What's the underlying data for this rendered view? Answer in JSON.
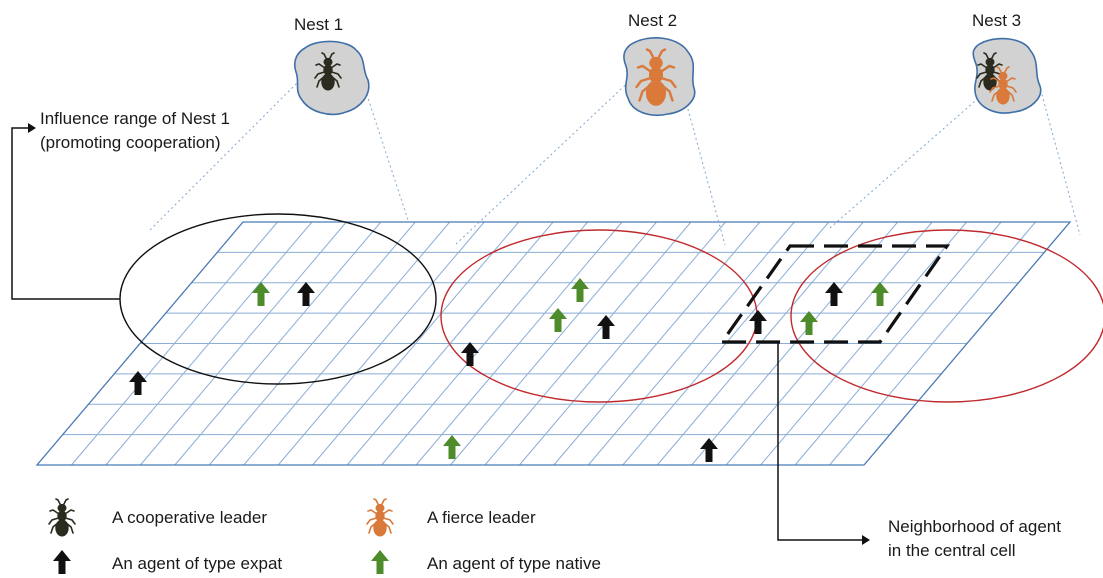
{
  "nests": [
    {
      "label": "Nest 1",
      "leaders": [
        "cooperative"
      ]
    },
    {
      "label": "Nest 2",
      "leaders": [
        "fierce"
      ]
    },
    {
      "label": "Nest 3",
      "leaders": [
        "cooperative",
        "fierce"
      ]
    }
  ],
  "callouts": {
    "influence_line1": "Influence range of Nest 1",
    "influence_line2": "(promoting cooperation)",
    "neighborhood_line1": "Neighborhood of agent",
    "neighborhood_line2": "in the central cell"
  },
  "legend": {
    "cooperative_leader": "A cooperative leader",
    "fierce_leader": "A fierce leader",
    "expat_agent": "An agent of type expat",
    "native_agent": "An agent of type native"
  },
  "colors": {
    "cooperative": "#2b2b1f",
    "fierce": "#d9793a",
    "expat": "#111111",
    "native": "#4e8b2b",
    "coop_range": "#111111",
    "fierce_range": "#c0292d",
    "grid": "#8aaed6"
  },
  "icons": {
    "cooperative_leader": "ant-icon",
    "fierce_leader": "ant-icon",
    "expat": "up-arrow-icon",
    "native": "up-arrow-icon"
  }
}
